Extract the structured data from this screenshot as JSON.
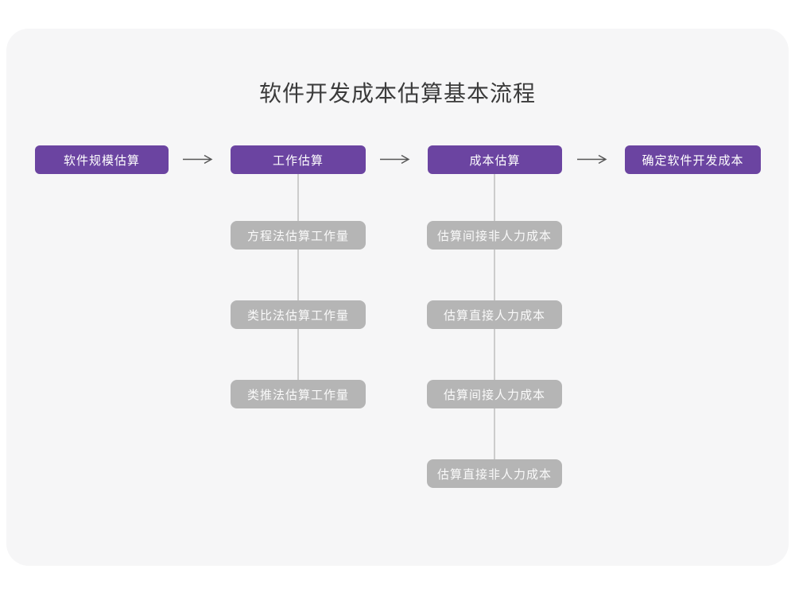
{
  "title": "软件开发成本估算基本流程",
  "colors": {
    "page_bg": "#ffffff",
    "panel_bg": "#f6f6f7",
    "primary_box_bg": "#6b44a1",
    "primary_box_text": "#ffffff",
    "sub_box_bg": "#b5b5b5",
    "sub_box_text": "#fafafa",
    "arrow": "#555555",
    "connector": "#cccccc",
    "title_text": "#3b3b3b"
  },
  "flow": {
    "main_steps": [
      {
        "label": "软件规模估算",
        "substeps": []
      },
      {
        "label": "工作估算",
        "substeps": [
          "方程法估算工作量",
          "类比法估算工作量",
          "类推法估算工作量"
        ]
      },
      {
        "label": "成本估算",
        "substeps": [
          "估算间接非人力成本",
          "估算直接人力成本",
          "估算间接人力成本",
          "估算直接非人力成本"
        ]
      },
      {
        "label": "确定软件开发成本",
        "substeps": []
      }
    ]
  }
}
